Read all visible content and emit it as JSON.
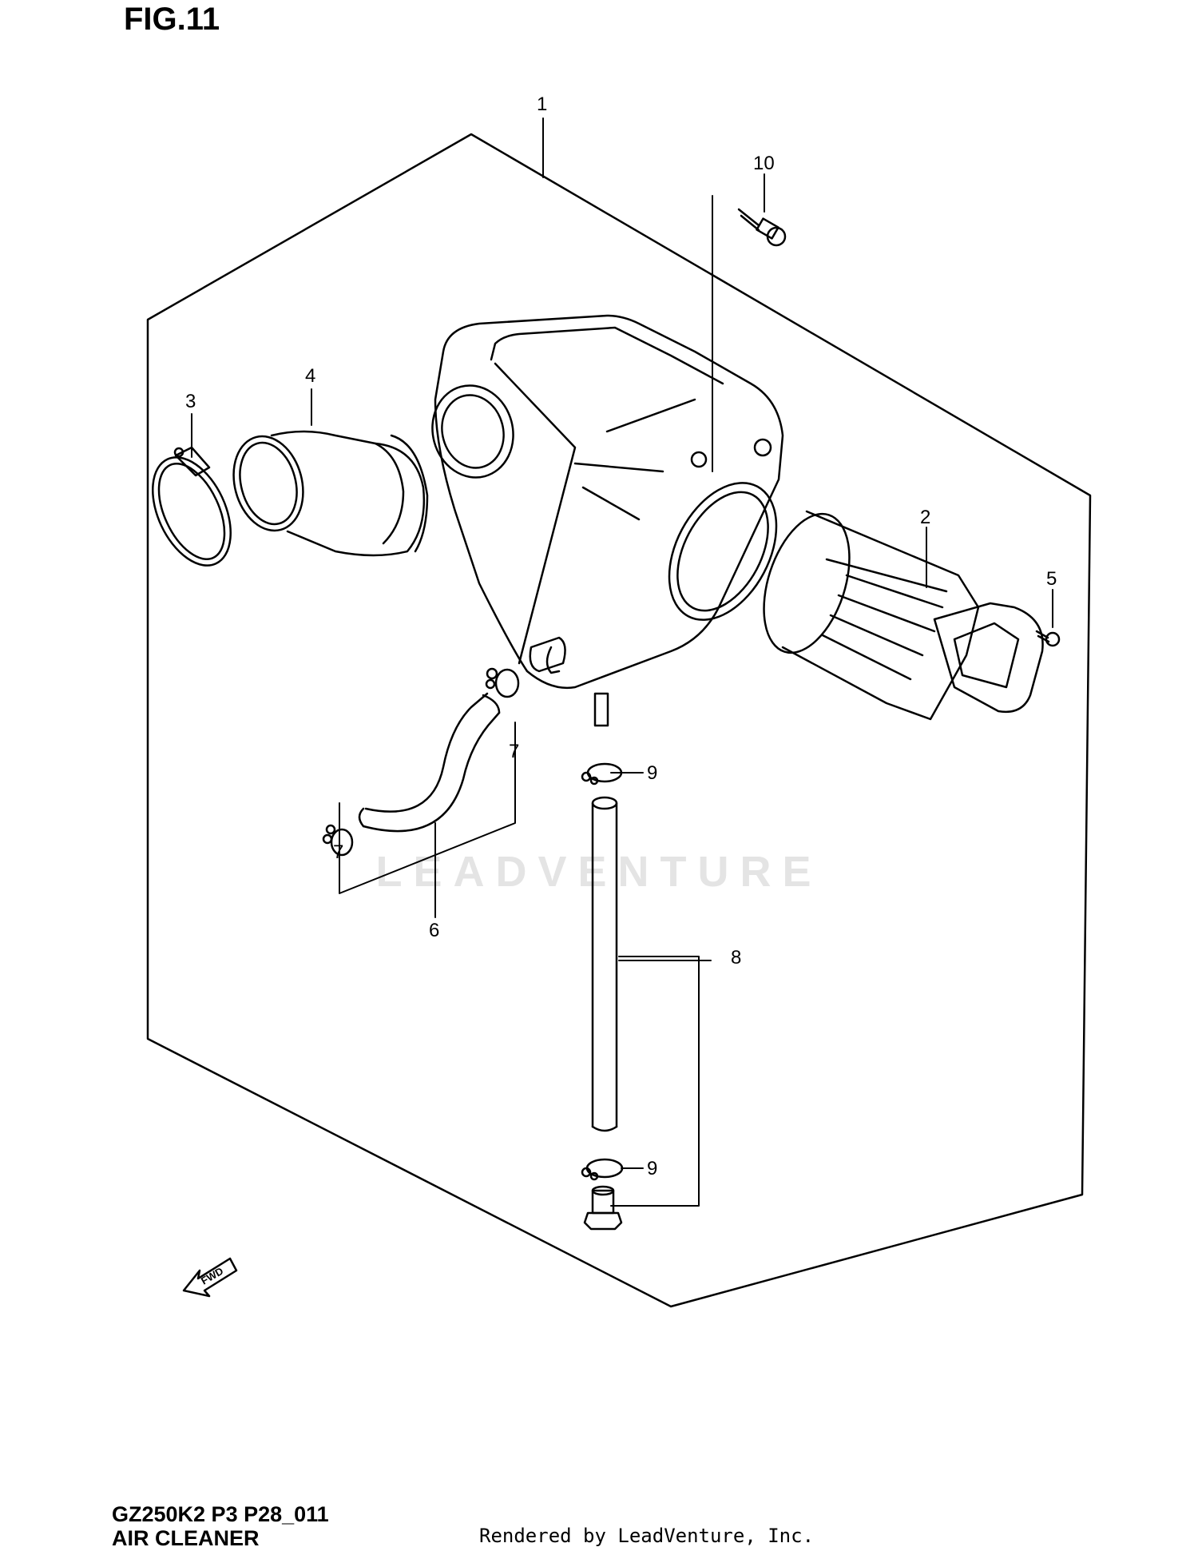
{
  "figure": {
    "title": "FIG.11",
    "code": "GZ250K2 P3 P28_011",
    "name": "AIR CLEANER",
    "rendered_by": "Rendered by LeadVenture, Inc.",
    "watermark": "LEADVENTURE",
    "fwd_label": "FWD"
  },
  "callouts": {
    "c1": "1",
    "c2": "2",
    "c3": "3",
    "c4": "4",
    "c5": "5",
    "c6": "6",
    "c7a": "7",
    "c7b": "7",
    "c8": "8",
    "c9a": "9",
    "c9b": "9",
    "c10": "10"
  }
}
